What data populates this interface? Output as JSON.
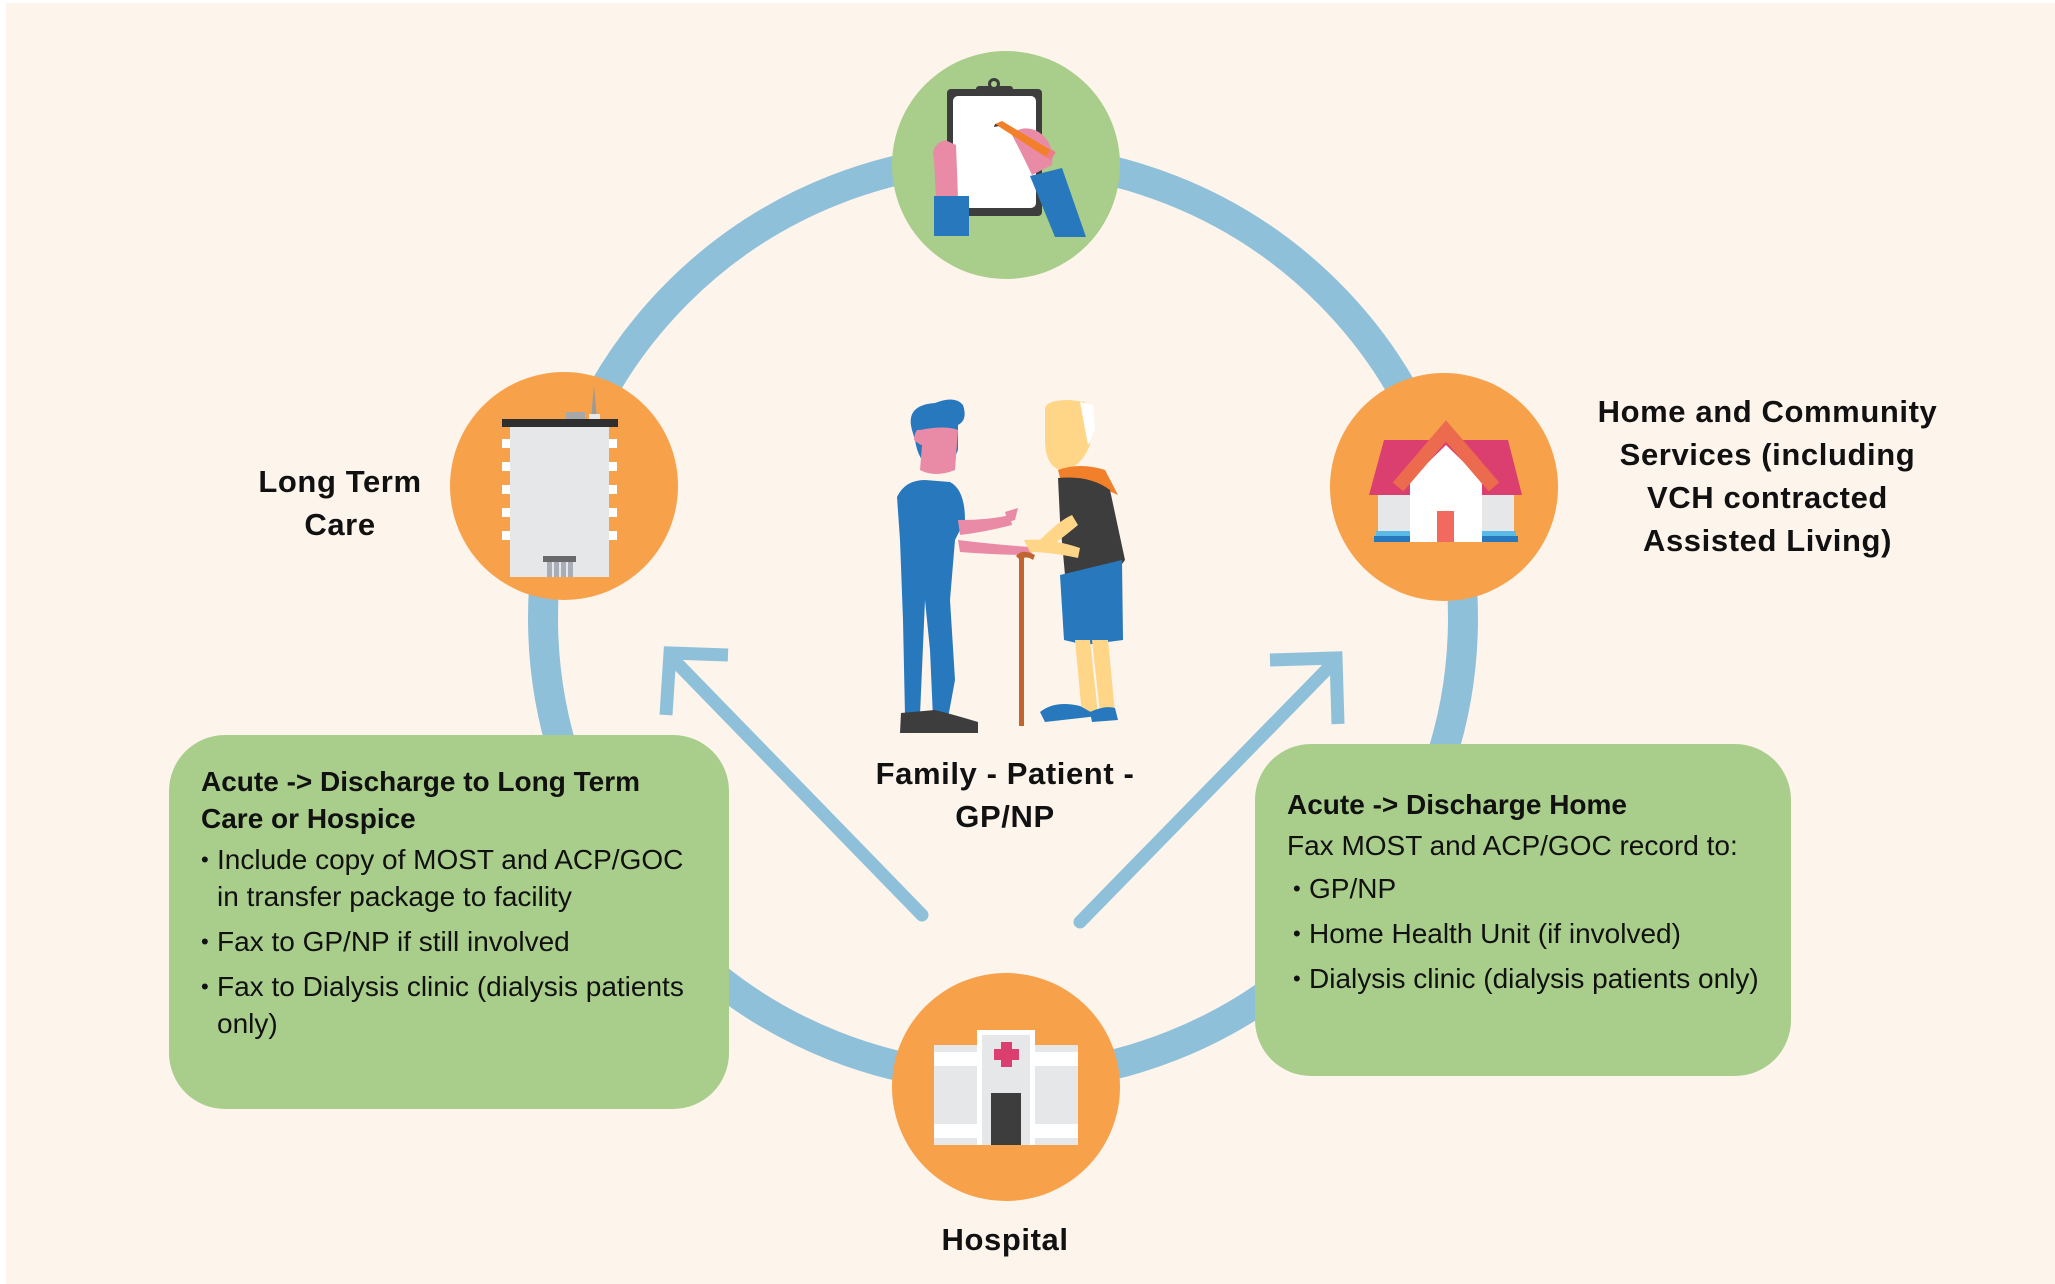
{
  "colors": {
    "background": "#fdf4ec",
    "ring": "#8fc0da",
    "arrow": "#8fc0da",
    "node_orange": "#f7a14b",
    "node_green": "#a9cd8b",
    "box_green": "#a9cd8b",
    "text": "#111111"
  },
  "nodes": {
    "top": {
      "icon": "clipboard-writing-icon",
      "label": ""
    },
    "long_term_care": {
      "icon": "apartment-building-icon",
      "label": "Long Term\nCare"
    },
    "home": {
      "icon": "house-icon",
      "label": "Home and Community\nServices (including\nVCH contracted\nAssisted Living)"
    },
    "hospital": {
      "icon": "hospital-icon",
      "label": "Hospital"
    }
  },
  "center": {
    "icon": "family-patient-figures-icon",
    "label": "Family - Patient -\nGP/NP"
  },
  "boxes": {
    "ltc": {
      "title": "Acute -> Discharge to Long Term Care or Hospice",
      "items": [
        "Include copy of MOST and ACP/GOC in transfer package to facility",
        "Fax to GP/NP if still involved",
        "Fax to Dialysis clinic (dialysis patients only)"
      ]
    },
    "home": {
      "title": "Acute -> Discharge Home",
      "intro": "Fax MOST and ACP/GOC record to:",
      "items": [
        "GP/NP",
        "Home Health Unit (if involved)",
        "Dialysis clinic (dialysis patients only)"
      ]
    }
  },
  "arrows": [
    {
      "from": "hospital",
      "to": "long_term_care",
      "direction": "up-left"
    },
    {
      "from": "hospital",
      "to": "home",
      "direction": "up-right"
    }
  ]
}
